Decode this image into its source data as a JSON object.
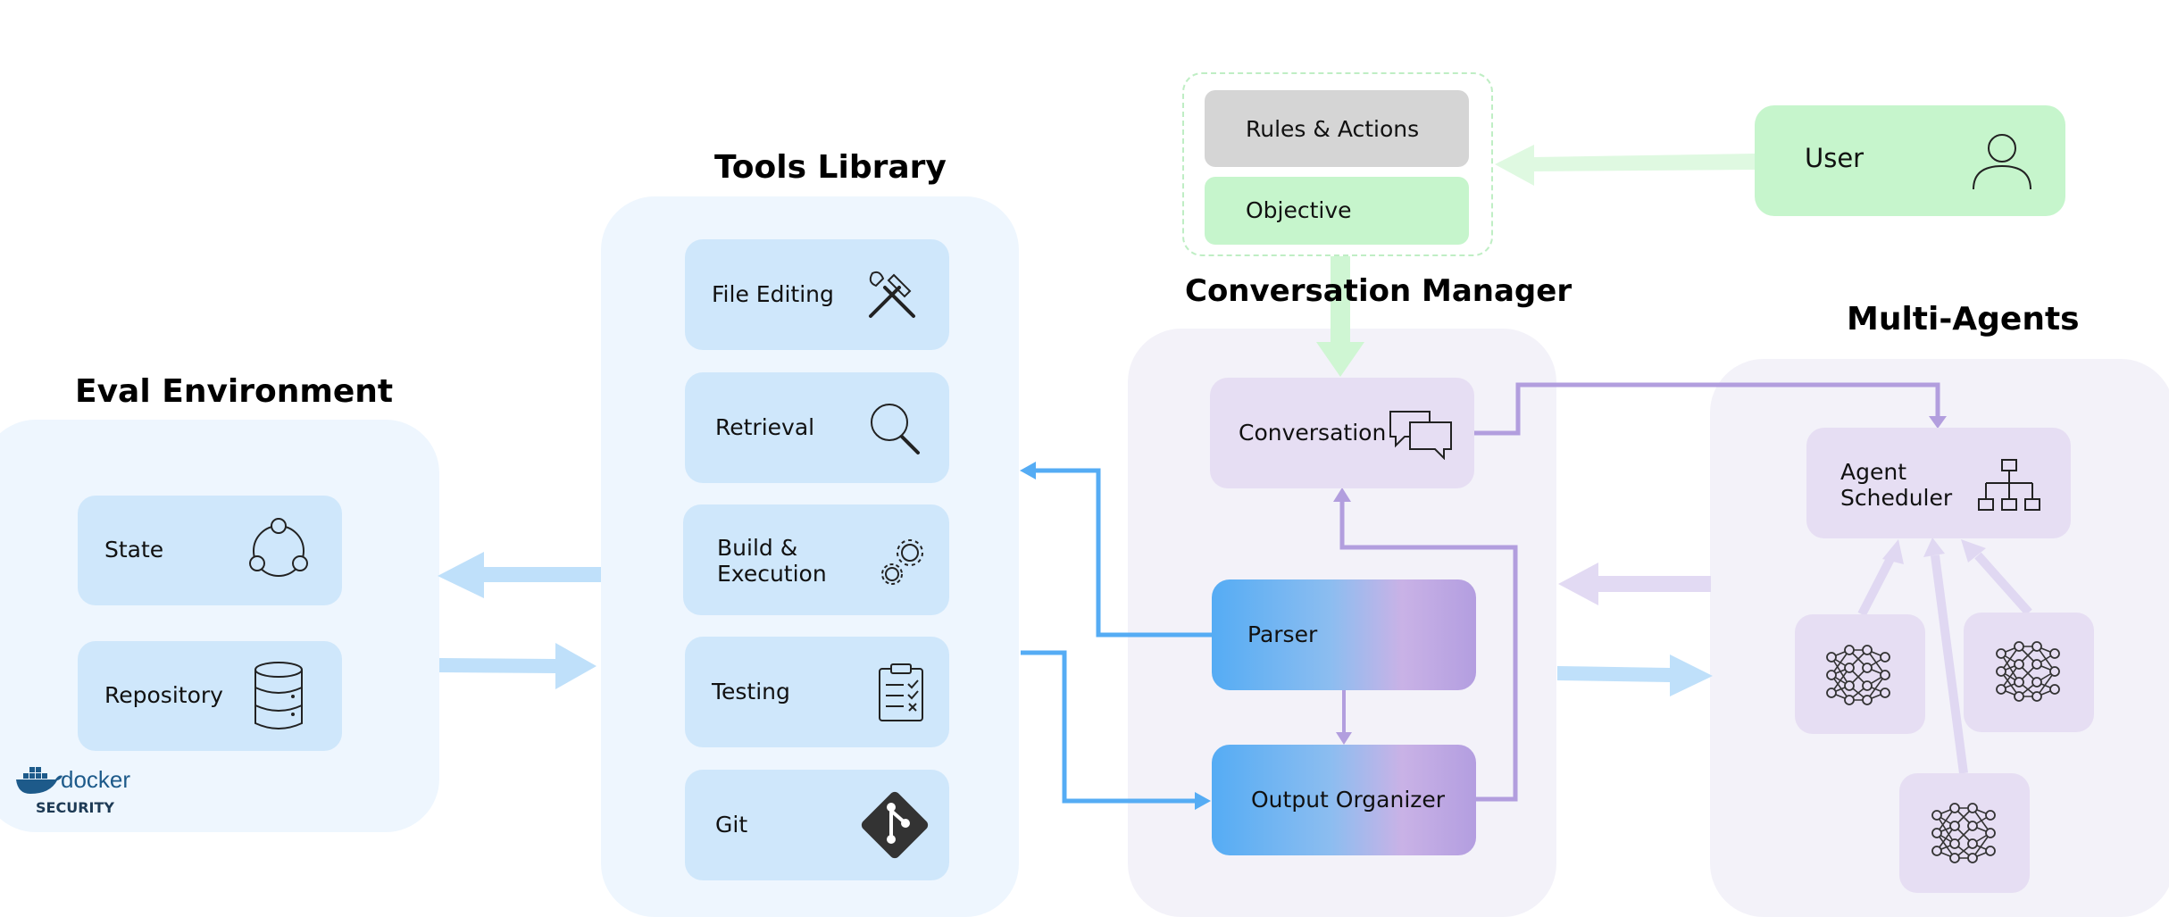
{
  "titles": {
    "eval": "Eval Environment",
    "tools": "Tools Library",
    "conv_manager": "Conversation Manager",
    "multi_agents": "Multi-Agents"
  },
  "eval": {
    "state": "State",
    "repository": "Repository",
    "docker_logo": "docker",
    "security": "SECURITY"
  },
  "tools": {
    "file_editing": "File Editing",
    "retrieval": "Retrieval",
    "build_line1": "Build &",
    "build_line2": "Execution",
    "testing": "Testing",
    "git": "Git"
  },
  "prompt": {
    "rules": "Rules & Actions",
    "objective": "Objective"
  },
  "user": "User",
  "conv": {
    "conversation": "Conversation",
    "parser": "Parser",
    "output_organizer": "Output Organizer"
  },
  "agents": {
    "scheduler_line1": "Agent",
    "scheduler_line2": "Scheduler"
  },
  "colors": {
    "blue_panel": "#eef6fe",
    "blue_box": "#cfe7fb",
    "purple_panel": "#f3f2f9",
    "purple_box": "#e6def3",
    "green": "#c6f5cc",
    "grey": "#d5d5d5",
    "blue_arrow": "#55acf4",
    "purple_arrow": "#b29ede"
  }
}
